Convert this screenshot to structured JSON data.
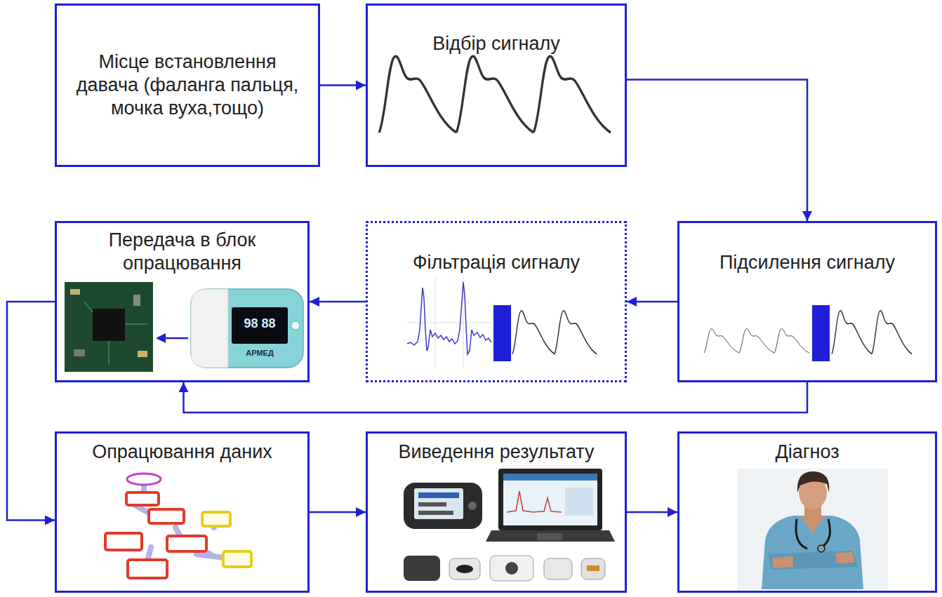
{
  "diagram": {
    "nodes": [
      {
        "text": [
          "Місце встановлення давача (фаланга пальця, мочка вуха,тощо)"
        ]
      },
      {
        "text": [
          "Відбір сигналу"
        ]
      },
      {
        "text": [
          "Передача в блок опрацювання"
        ]
      },
      {
        "text": [
          "Фільтрація сигналу"
        ]
      },
      {
        "text": [
          "Підсилення сигналу"
        ]
      },
      {
        "text": [
          "Опрацювання даних"
        ]
      },
      {
        "text": [
          "Виведення результату"
        ]
      },
      {
        "text": [
          "Діагноз"
        ]
      }
    ],
    "edges": [
      {
        "from": 0,
        "to": 1,
        "arrow": "to"
      },
      {
        "from": 1,
        "to": 4,
        "arrow": "to"
      },
      {
        "from": 4,
        "to": 3,
        "arrow": "to"
      },
      {
        "from": 3,
        "to": 2,
        "arrow": "to"
      },
      {
        "from": 4,
        "to": 2,
        "arrow": "to"
      },
      {
        "from": 2,
        "to": 5,
        "arrow": "to"
      },
      {
        "from": 5,
        "to": 6,
        "arrow": "to"
      },
      {
        "from": 6,
        "to": 7,
        "arrow": "to"
      }
    ],
    "labels": [
      "98 88",
      "АРМЕД"
    ]
  }
}
